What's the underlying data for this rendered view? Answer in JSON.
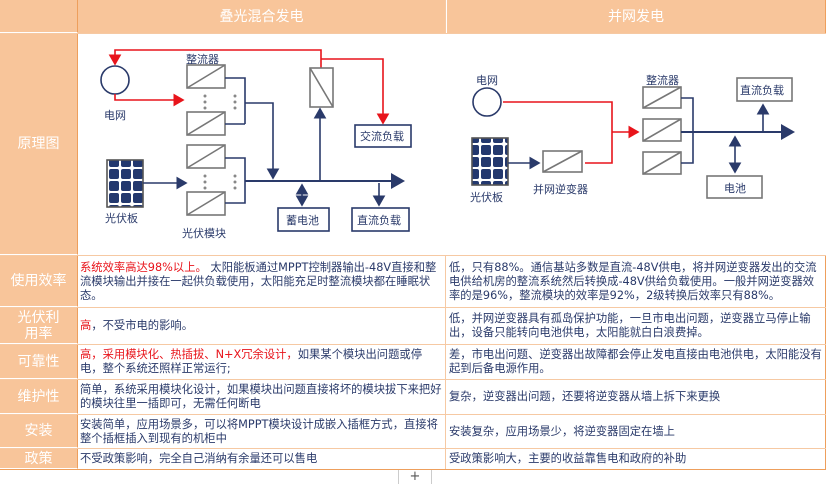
{
  "header": {
    "col1": "叠光混合发电",
    "col2": "并网发电"
  },
  "diagram": {
    "label": "原理图",
    "left": {
      "grid": "电网",
      "rectifier": "整流器",
      "ac_load": "交流负载",
      "pv_panel": "光伏板",
      "pv_module": "光伏模块",
      "battery": "蓄电池",
      "dc_load": "直流负载"
    },
    "right": {
      "grid": "电网",
      "rectifier": "整流器",
      "dc_load": "直流负载",
      "pv_panel": "光伏板",
      "inverter": "并网逆变器",
      "battery": "电池"
    }
  },
  "rows": [
    {
      "label": "使用效率",
      "c1_red": "系统效率高达98%以上。",
      "c1": "太阳能板通过MPPT控制器输出-48V直接和整流模块输出并接在一起供负载使用，太阳能充足时整流模块都在睡眠状态。",
      "c2": "低，只有88%。通信基站多数是直流-48V供电，将并网逆变器发出的交流电供给机房的整流系统然后转换成-48V供给负载使用。一般并网逆变器效率的是96%，整流模块的效率是92%，2级转换后效率只有88%。"
    },
    {
      "label": "光伏利用率",
      "c1_red": "高",
      "c1": "，不受市电的影响。",
      "c2": "低，并网逆变器具有孤岛保护功能，一旦市电出问题，逆变器立马停止输出，设备只能转向电池供电，太阳能就白白浪费掉。"
    },
    {
      "label": "可靠性",
      "c1_red": "高，采用模块化、热插拔、N+X冗余设计，",
      "c1": "如果某个模块出问题或停电，整个系统还照样正常运行;",
      "c2": "差，市电出问题、逆变器出故障都会停止发电直接由电池供电，太阳能没有起到后备电源作用。"
    },
    {
      "label": "维护性",
      "c1_red": "",
      "c1": "简单，系统采用模块化设计，如果模块出问题直接将坏的模块拔下来把好的模块往里一插即可，无需任何断电",
      "c2": "复杂，逆变器出问题，还要将逆变器从墙上拆下来更换"
    },
    {
      "label": "安装",
      "c1_red": "",
      "c1": "安装简单，应用场景多，可以将MPPT模块设计成嵌入插框方式，直接将整个插框插入到现有的机柜中",
      "c2": "安装复杂，应用场景少，将逆变器固定在墙上"
    },
    {
      "label": "政策",
      "c1_red": "",
      "c1": "不受政策影响，完全自己消纳有余量还可以售电",
      "c2": "受政策影响大，主要的收益靠售电和政府的补助"
    }
  ],
  "sheet_tab": {
    "add": "+"
  },
  "colors": {
    "header": "#f8c59a",
    "red": "#e8141b",
    "blue": "#2a3a6a"
  }
}
